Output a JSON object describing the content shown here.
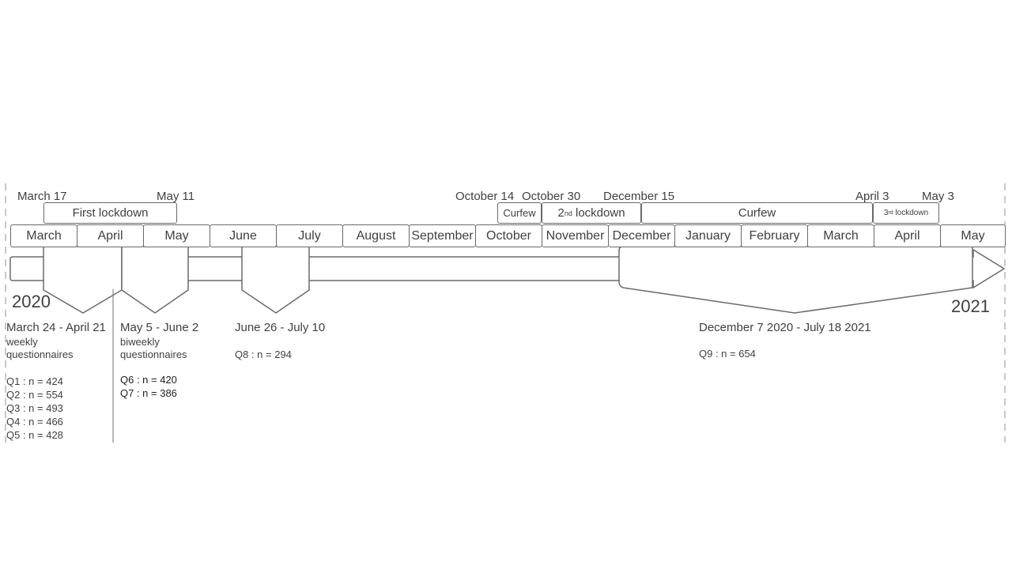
{
  "event_dates": {
    "march17": "March 17",
    "may11": "May 11",
    "october14": "October 14",
    "october30": "October 30",
    "december15": "December 15",
    "april3": "April 3",
    "may3": "May 3"
  },
  "restrictions": {
    "first_lockdown": "First lockdown",
    "curfew1": "Curfew",
    "second_lockdown_num": "2",
    "second_lockdown_sup": "nd",
    "second_lockdown_text": " lockdown",
    "curfew2": "Curfew",
    "third_lockdown_num": "3",
    "third_lockdown_sup": "rd",
    "third_lockdown_text": " lockdown"
  },
  "months": [
    "March",
    "April",
    "May",
    "June",
    "July",
    "August",
    "September",
    "October",
    "November",
    "December",
    "January",
    "February",
    "March",
    "April",
    "May"
  ],
  "years": {
    "start": "2020",
    "end": "2021"
  },
  "periods": [
    {
      "title": "March 24 - April 21",
      "desc_line1": "weekly",
      "desc_line2": "questionnaires",
      "samples": [
        "Q1 : n = 424",
        "Q2 : n = 554",
        "Q3 : n = 493",
        "Q4 : n = 466",
        "Q5 : n = 428"
      ]
    },
    {
      "title": "May 5 - June 2",
      "desc_line1": "biweekly",
      "desc_line2": "questionnaires",
      "samples": [
        "Q6 : n = 420",
        "Q7 : n = 386"
      ]
    },
    {
      "title": "June 26 - July 10",
      "samples": [
        "Q8 : n = 294"
      ]
    },
    {
      "title": "December 7 2020 - July 18 2021",
      "samples": [
        "Q9 : n = 654"
      ]
    }
  ]
}
